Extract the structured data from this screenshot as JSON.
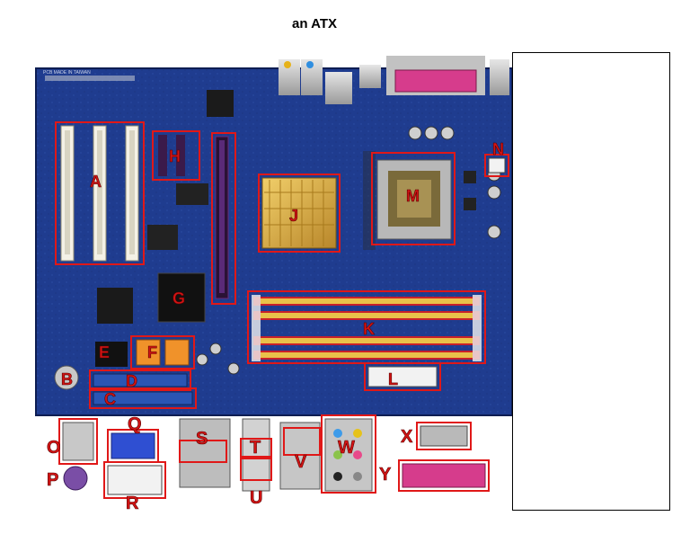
{
  "figure": {
    "title": "an ATX",
    "subject": "motherboard photo with lettered component callouts"
  },
  "labels": {
    "A": "A",
    "B": "B",
    "C": "C",
    "D": "D",
    "E": "E",
    "F": "F",
    "G": "G",
    "H": "H",
    "J": "J",
    "K": "K",
    "L": "L",
    "M": "M",
    "N": "N",
    "O": "O",
    "P": "P",
    "Q": "Q",
    "R": "R",
    "S": "S",
    "T": "T",
    "U": "U",
    "V": "V",
    "W": "W",
    "X": "X",
    "Y": "Y"
  },
  "colors": {
    "board": "#1e3a8c",
    "callout": "#e01818",
    "heatsink": "#d9a93a",
    "dimm_slot": "#c8202a",
    "pci_slot": "#f4f1e6",
    "ide": "#2a55b4",
    "sata": "#f0922a",
    "parallel": "#d63c8c"
  }
}
